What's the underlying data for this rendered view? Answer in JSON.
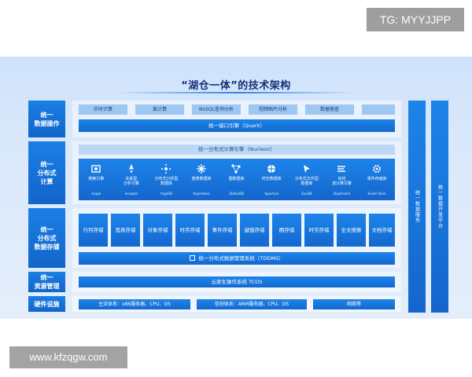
{
  "watermarks": {
    "top": "TG: MYYJJPP",
    "bottom": "www.kfzqgw.com"
  },
  "title": "“湖仓一体”的技术架构",
  "layers": {
    "ops": "统一\n数据操作",
    "compute": "统一\n分布式\n计算",
    "storage": "统一\n分布式\n数据存储",
    "resource": "统一\n资源管理",
    "hardware": "硬件设施"
  },
  "top_chips": [
    "实时计算",
    "离计算",
    "NoSQL查询分析",
    "视频图片分析",
    "数据搜查"
  ],
  "sql_engine": "统一接口引擎（Quark）",
  "compute_engine": "统一分布式计算引擎（Nucleon）",
  "engines": [
    {
      "name": "搜索引擎",
      "en": "Scope",
      "icon": "search-engine-icon"
    },
    {
      "name": "关系型\n分析引擎",
      "en": "Inceptor",
      "icon": "rocket-icon"
    },
    {
      "name": "分布式分析型\n数据库",
      "en": "ArgoDB",
      "icon": "sparkle-icon"
    },
    {
      "name": "宽表数据库",
      "en": "Hyperbase",
      "icon": "asterisk-icon"
    },
    {
      "name": "图数据库",
      "en": "StellarDB",
      "icon": "graph-icon"
    },
    {
      "name": "时空数据库",
      "en": "Spacture",
      "icon": "globe-icon"
    },
    {
      "name": "分布式文件型\n数据库",
      "en": "KunDB",
      "icon": "cursor-icon"
    },
    {
      "name": "实时\n流计算引擎",
      "en": "Slipstream",
      "icon": "stream-icon"
    },
    {
      "name": "事件存储库",
      "en": "Event Store",
      "icon": "gear-icon"
    }
  ],
  "stores": [
    "行列存储",
    "宽表存储",
    "对象存储",
    "时序存储",
    "事件存储",
    "键值存储",
    "图存储",
    "时空存储",
    "全文搜索",
    "文档存储"
  ],
  "storage_bar": "统一分布式数据管理系统（TDDMS）",
  "resource_bar": "云原生操作系统 TCOS",
  "hardware": {
    "mainstream": "主流体系：x86服务器、CPU、OS",
    "xinchuang": "信创体系：ARM服务器、CPU、OS",
    "network": "网络等"
  },
  "side_bars": [
    "统一数据服务",
    "统一数据开发平台"
  ]
}
